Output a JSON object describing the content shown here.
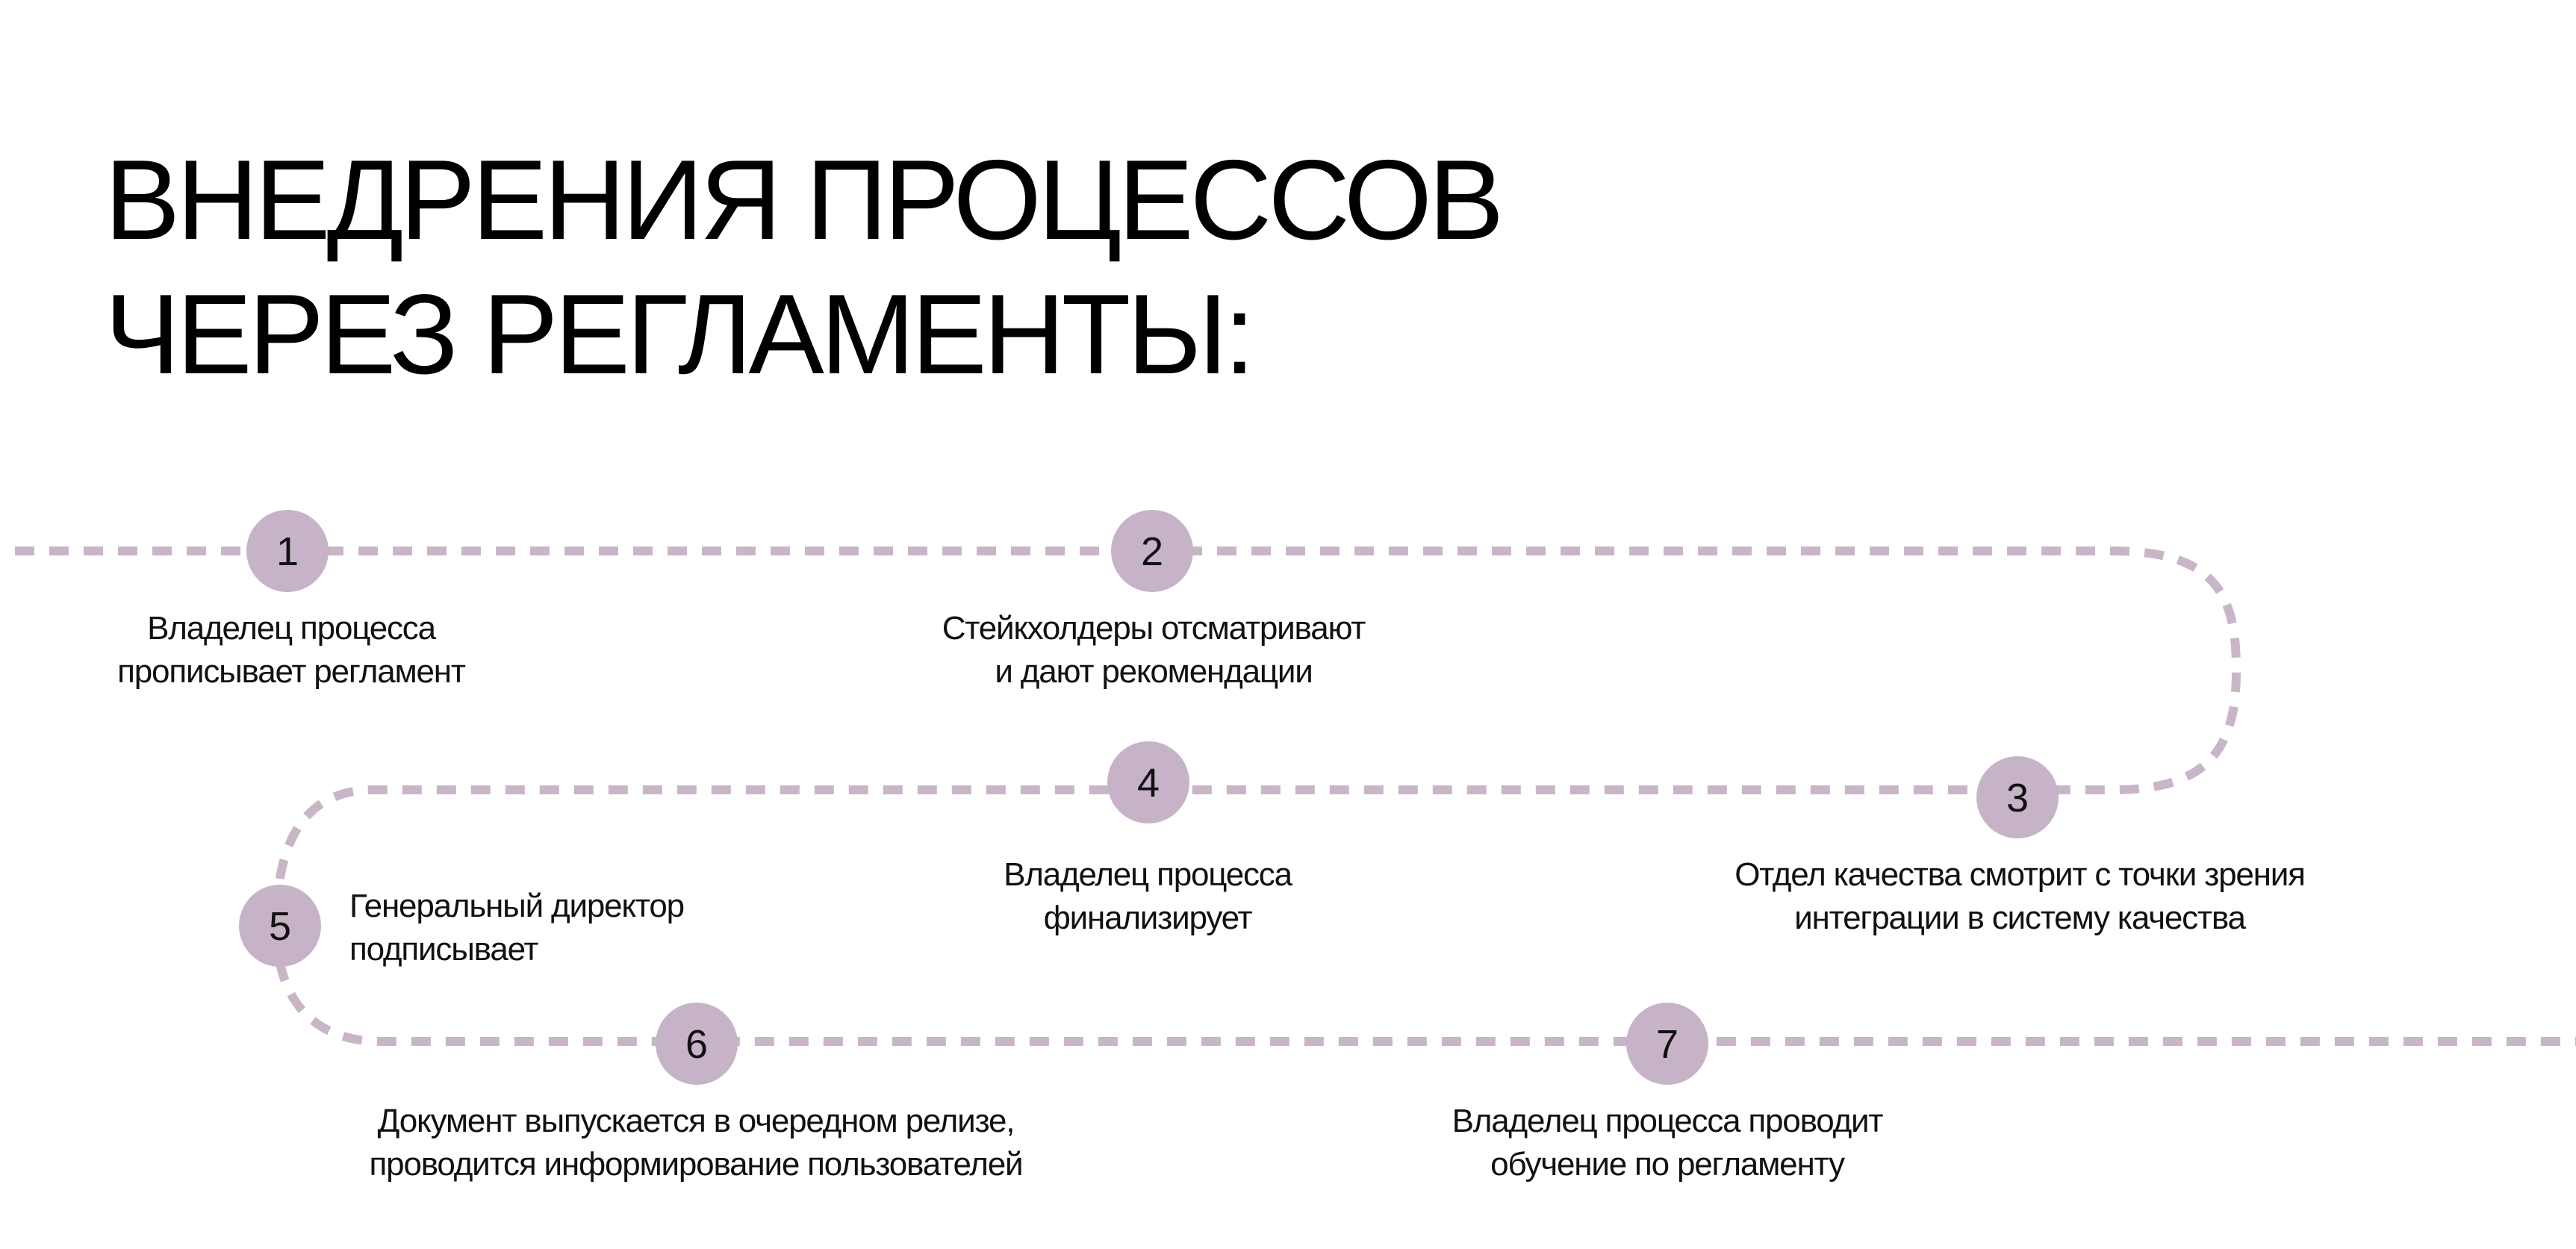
{
  "title": {
    "line1": "ВНЕДРЕНИЯ ПРОЦЕССОВ",
    "line2": "ЧЕРЕЗ РЕГЛАМЕНТЫ:"
  },
  "colors": {
    "path": "#c8b6c8",
    "node": "#c7b3c8",
    "text": "#111111"
  },
  "steps": [
    {
      "number": "1",
      "lines": [
        "Владелец процесса",
        "прописывает регламент"
      ]
    },
    {
      "number": "2",
      "lines": [
        "Стейкхолдеры отсматривают",
        "и дают рекомендации"
      ]
    },
    {
      "number": "3",
      "lines": [
        "Отдел качества смотрит с точки зрения",
        "интеграции в систему качества"
      ]
    },
    {
      "number": "4",
      "lines": [
        "Владелец процесса",
        "финализирует"
      ]
    },
    {
      "number": "5",
      "lines": [
        "Генеральный директор",
        "подписывает"
      ]
    },
    {
      "number": "6",
      "lines": [
        "Документ выпускается в очередном релизе,",
        "проводится информирование пользователей"
      ]
    },
    {
      "number": "7",
      "lines": [
        "Владелец процесса проводит",
        "обучение по регламенту"
      ]
    }
  ]
}
